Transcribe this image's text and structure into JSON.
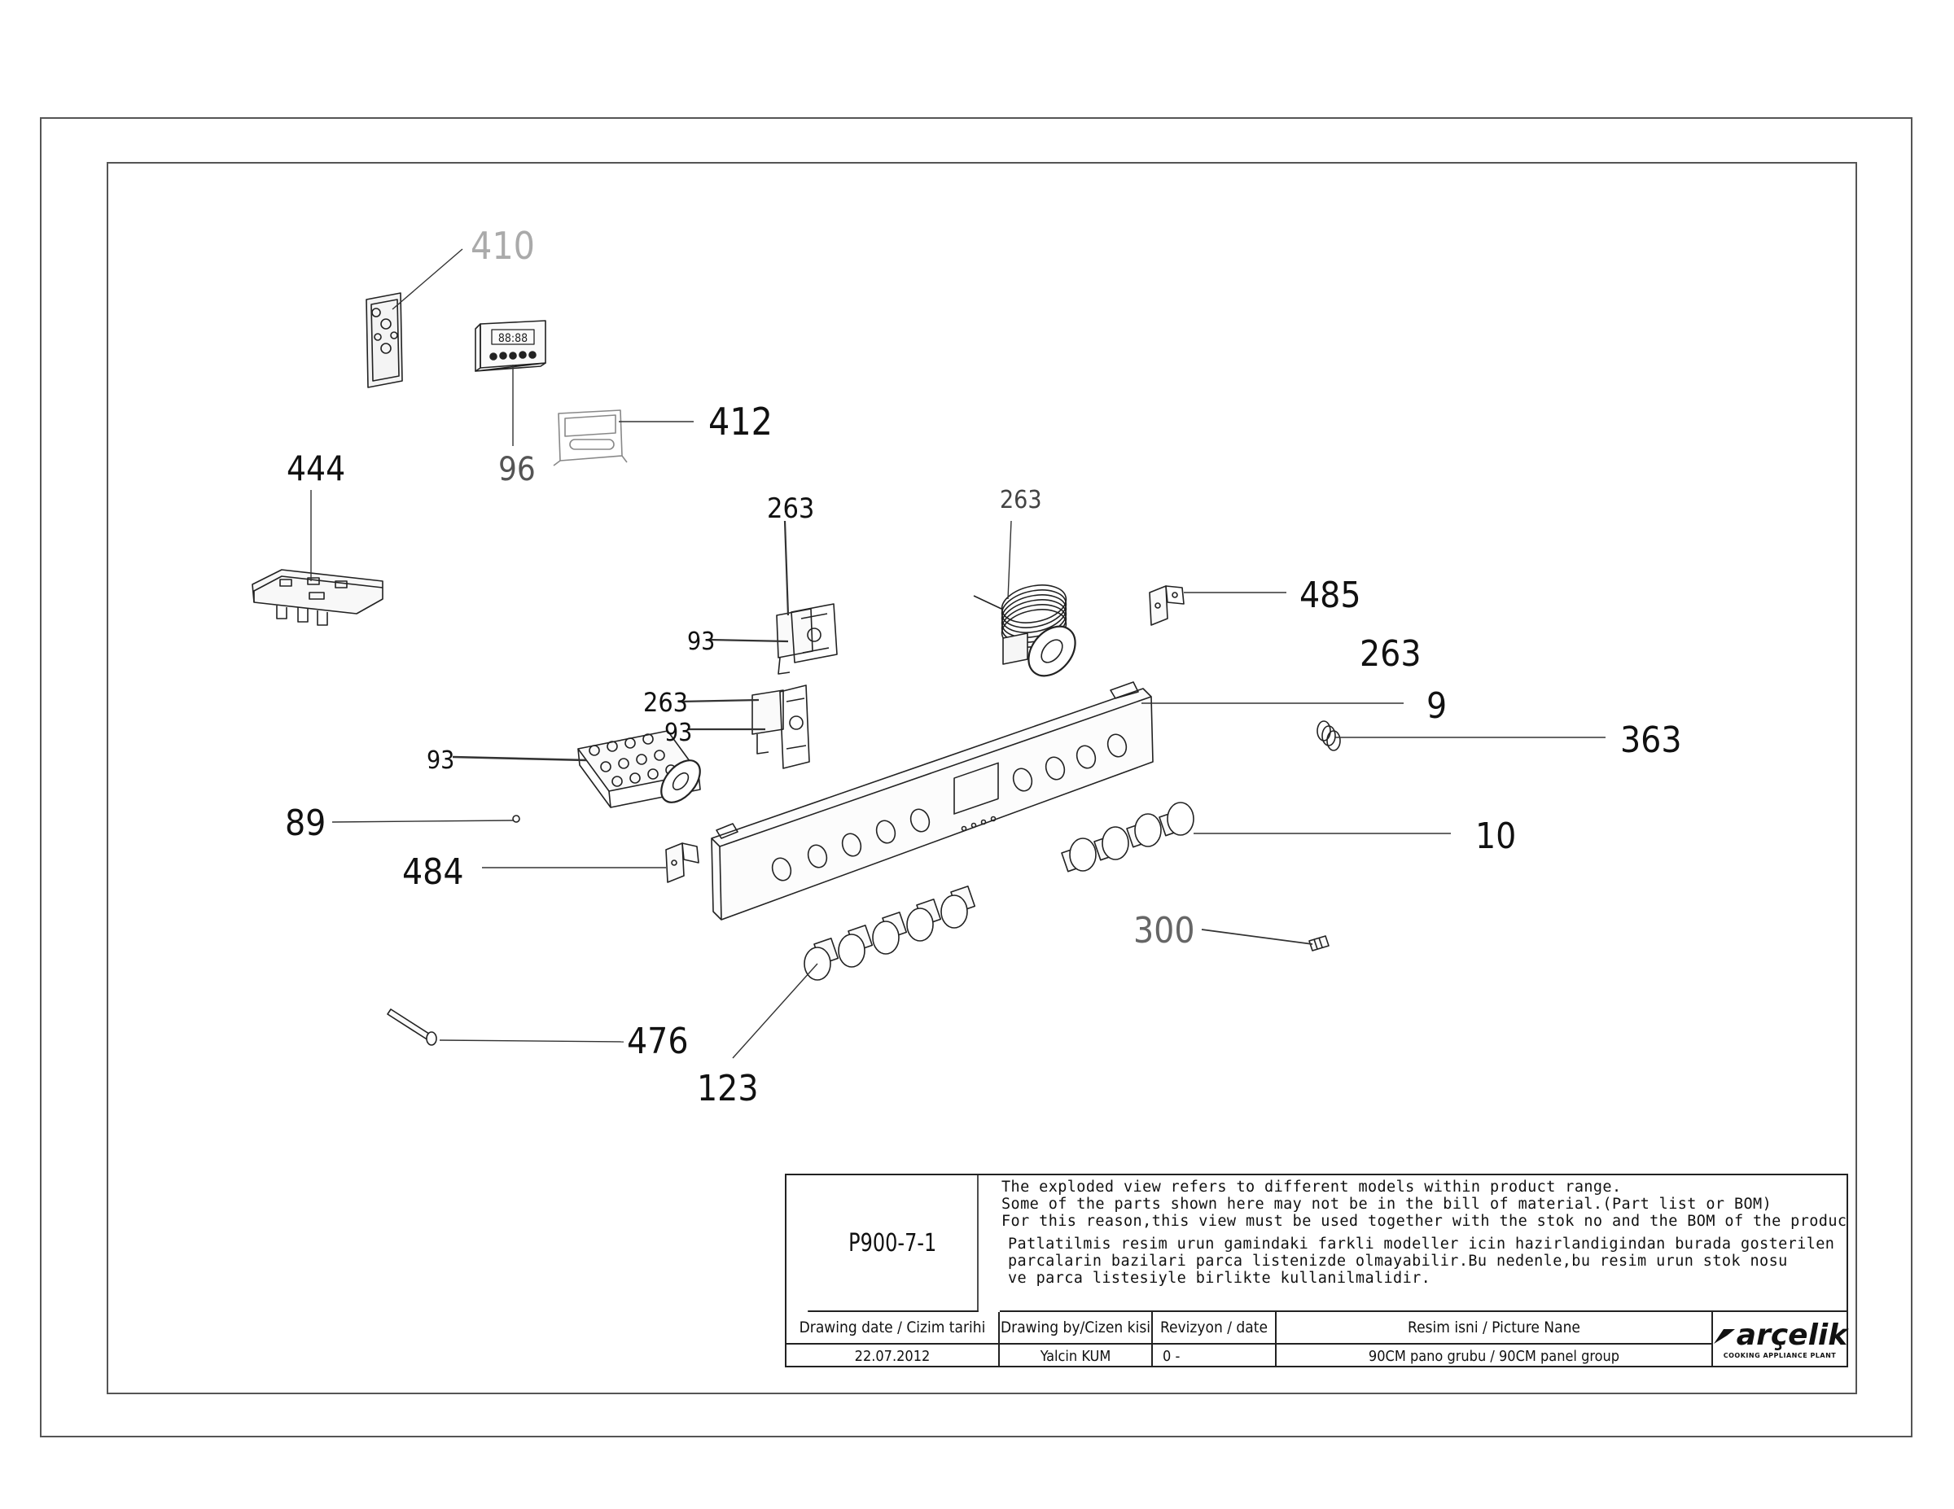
{
  "drawing": {
    "callouts": {
      "c410": "410",
      "c96": "96",
      "c412": "412",
      "c444": "444",
      "c263a": "263",
      "c263b": "263",
      "c485": "485",
      "c263c": "263",
      "c93a": "93",
      "c263d": "263",
      "c93b": "93",
      "c9": "9",
      "c363": "363",
      "c93c": "93",
      "c89": "89",
      "c484": "484",
      "c10": "10",
      "c300": "300",
      "c476": "476",
      "c123": "123"
    },
    "panel_display": "88:88"
  },
  "title_block": {
    "code": "P900-7-1",
    "notes_en": [
      "The exploded view refers to different models within product range.",
      "Some of the parts shown here may not be in the bill of material.(Part list or BOM)",
      "For this reason,this view must be used together with the stok no and the BOM of the product"
    ],
    "notes_tr": [
      "Patlatilmis resim urun gamindaki farkli modeller icin hazirlandigindan burada gosterilen",
      "parcalarin bazilari parca listenizde olmayabilir.Bu nedenle,bu resim urun stok nosu",
      "ve parca listesiyle birlikte kullanilmalidir."
    ],
    "headers": {
      "date": "Drawing date / Cizim tarihi",
      "by": "Drawing by/Cizen kisi",
      "revision": "Revizyon / date",
      "picture": "Resim isni / Picture Nane"
    },
    "values": {
      "date": "22.07.2012",
      "by": "Yalcin KUM",
      "revision": "0 -",
      "picture": "90CM pano grubu / 90CM panel group"
    },
    "logo": {
      "word": "arçelik",
      "sub": "COOKING APPLIANCE PLANT"
    }
  }
}
